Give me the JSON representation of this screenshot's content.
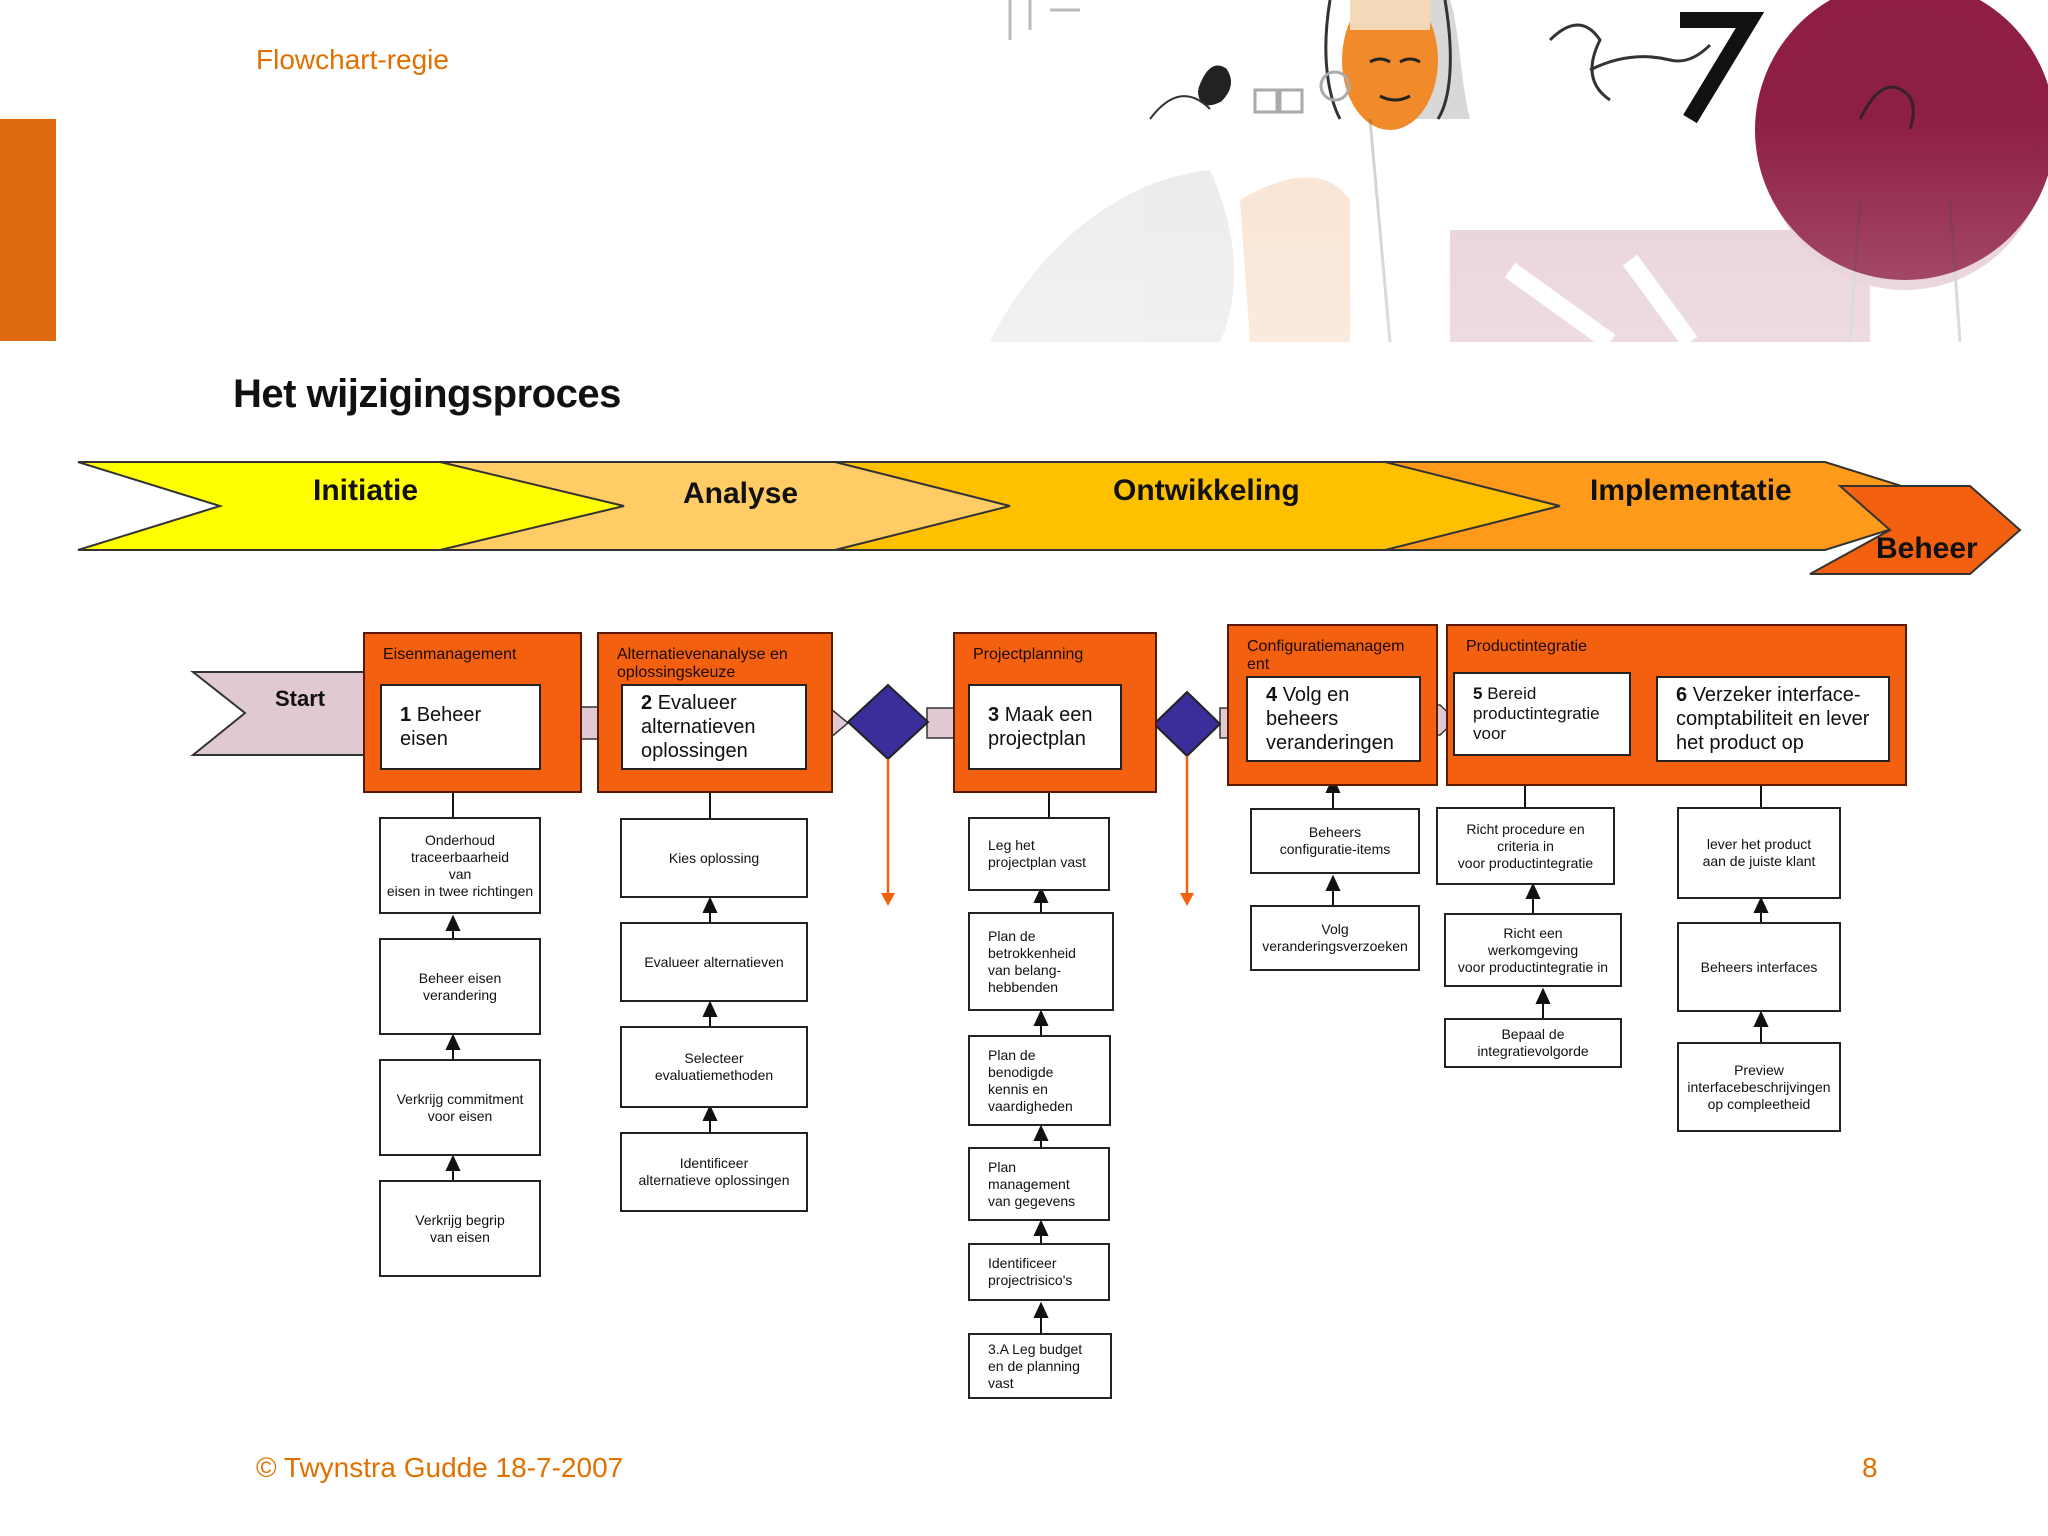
{
  "header": {
    "title": "Flowchart-regie"
  },
  "slide": {
    "title": "Het wijzigingsproces"
  },
  "footer": {
    "copyright": "© Twynstra Gudde  18-7-2007",
    "page": "8"
  },
  "colors": {
    "accent_orange": "#e07000",
    "group_fill": "#f26010",
    "decision_fill": "#3a2f9a",
    "connector_fill": "#e0c9d2",
    "arrow_orange": "#f26010"
  },
  "phases": [
    "Initiatie",
    "Analyse",
    "Ontwikkeling",
    "Implementatie",
    "Beheer"
  ],
  "start_label": "Start",
  "groups": {
    "eisen": "Eisenmanagement",
    "alternatieven": "Alternatievenanalyse en\noplossingskeuze",
    "planning": "Projectplanning",
    "configuratie": "Configuratiemanagem\nent",
    "integratie": "Productintegratie"
  },
  "steps": {
    "s1": {
      "num": "1",
      "text": "Beheer\neisen"
    },
    "s2": {
      "num": "2",
      "text": "Evalueer\nalternatieven\noplossingen"
    },
    "s3": {
      "num": "3",
      "text": "Maak een\nprojectplan"
    },
    "s4": {
      "num": "4",
      "text": "Volg en\nbeheers\nveranderingen"
    },
    "s5": {
      "num": "5",
      "text": "Bereid\nproductintegratie\nvoor"
    },
    "s6": {
      "num": "6",
      "text": "Verzeker interface-\ncomptabiliteit en lever\nhet product op"
    }
  },
  "substeps": {
    "col1": [
      "Onderhoud\ntraceerbaarheid\nvan\neisen in twee richtingen",
      "Beheer eisen\nverandering",
      "Verkrijg commitment\nvoor eisen",
      "Verkrijg begrip\nvan eisen"
    ],
    "col2": [
      "Kies oplossing",
      "Evalueer alternatieven",
      "Selecteer\nevaluatiemethoden",
      "Identificeer\nalternatieve oplossingen"
    ],
    "col3": [
      "Leg het\nprojectplan vast",
      "Plan de\nbetrokkenheid\nvan belang-\nhebbenden",
      "Plan de\nbenodigde\nkennis en\nvaardigheden",
      "Plan\nmanagement\nvan gegevens",
      "Identificeer\nprojectrisico's",
      "3.A Leg budget\nen de planning\nvast"
    ],
    "col4": [
      "Beheers\nconfiguratie-items",
      "Volg\nveranderingsverzoeken"
    ],
    "col5": [
      "Richt procedure en\ncriteria in\nvoor productintegratie",
      "Richt een\nwerkomgeving\nvoor productintegratie in",
      "Bepaal de\nintegratievolgorde"
    ],
    "col6": [
      "lever het product\naan de juiste klant",
      "Beheers interfaces",
      "Preview\ninterfacebeschrijvingen\nop compleetheid"
    ]
  }
}
